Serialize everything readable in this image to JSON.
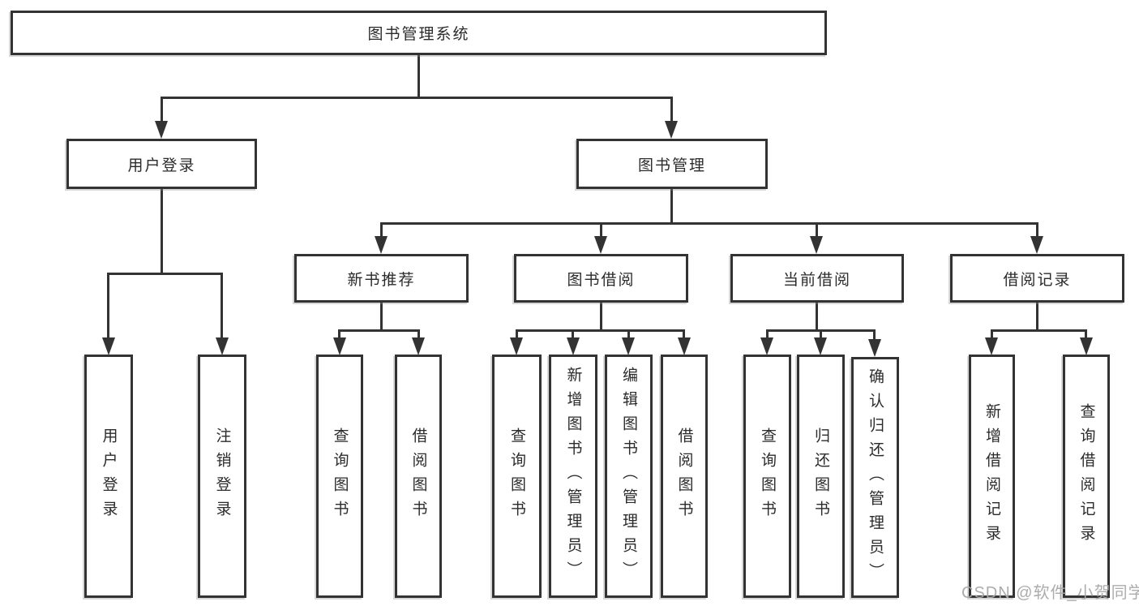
{
  "diagram": {
    "type": "hierarchy-tree",
    "root": {
      "label": "图书管理系统"
    },
    "user_login": {
      "label": "用户登录",
      "children": [
        {
          "label": "用户登录"
        },
        {
          "label": "注销登录"
        }
      ]
    },
    "book_management": {
      "label": "图书管理",
      "sections": [
        {
          "label": "新书推荐",
          "children": [
            {
              "label": "查询图书"
            },
            {
              "label": "借阅图书"
            }
          ]
        },
        {
          "label": "图书借阅",
          "children": [
            {
              "label": "查询图书"
            },
            {
              "label": "新增图书（管理员）"
            },
            {
              "label": "编辑图书（管理员）"
            },
            {
              "label": "借阅图书"
            }
          ]
        },
        {
          "label": "当前借阅",
          "children": [
            {
              "label": "查询图书"
            },
            {
              "label": "归还图书"
            },
            {
              "label": "确认归还（管理员）"
            }
          ]
        },
        {
          "label": "借阅记录",
          "children": [
            {
              "label": "新增借阅记录"
            },
            {
              "label": "查询借阅记录"
            }
          ]
        }
      ]
    },
    "colors": {
      "line": "#333333",
      "text": "#2b2b2b",
      "background": "#ffffff",
      "watermark": "#a8a8a8"
    }
  },
  "watermark": {
    "text": "CSDN @软件_小贺同学"
  }
}
